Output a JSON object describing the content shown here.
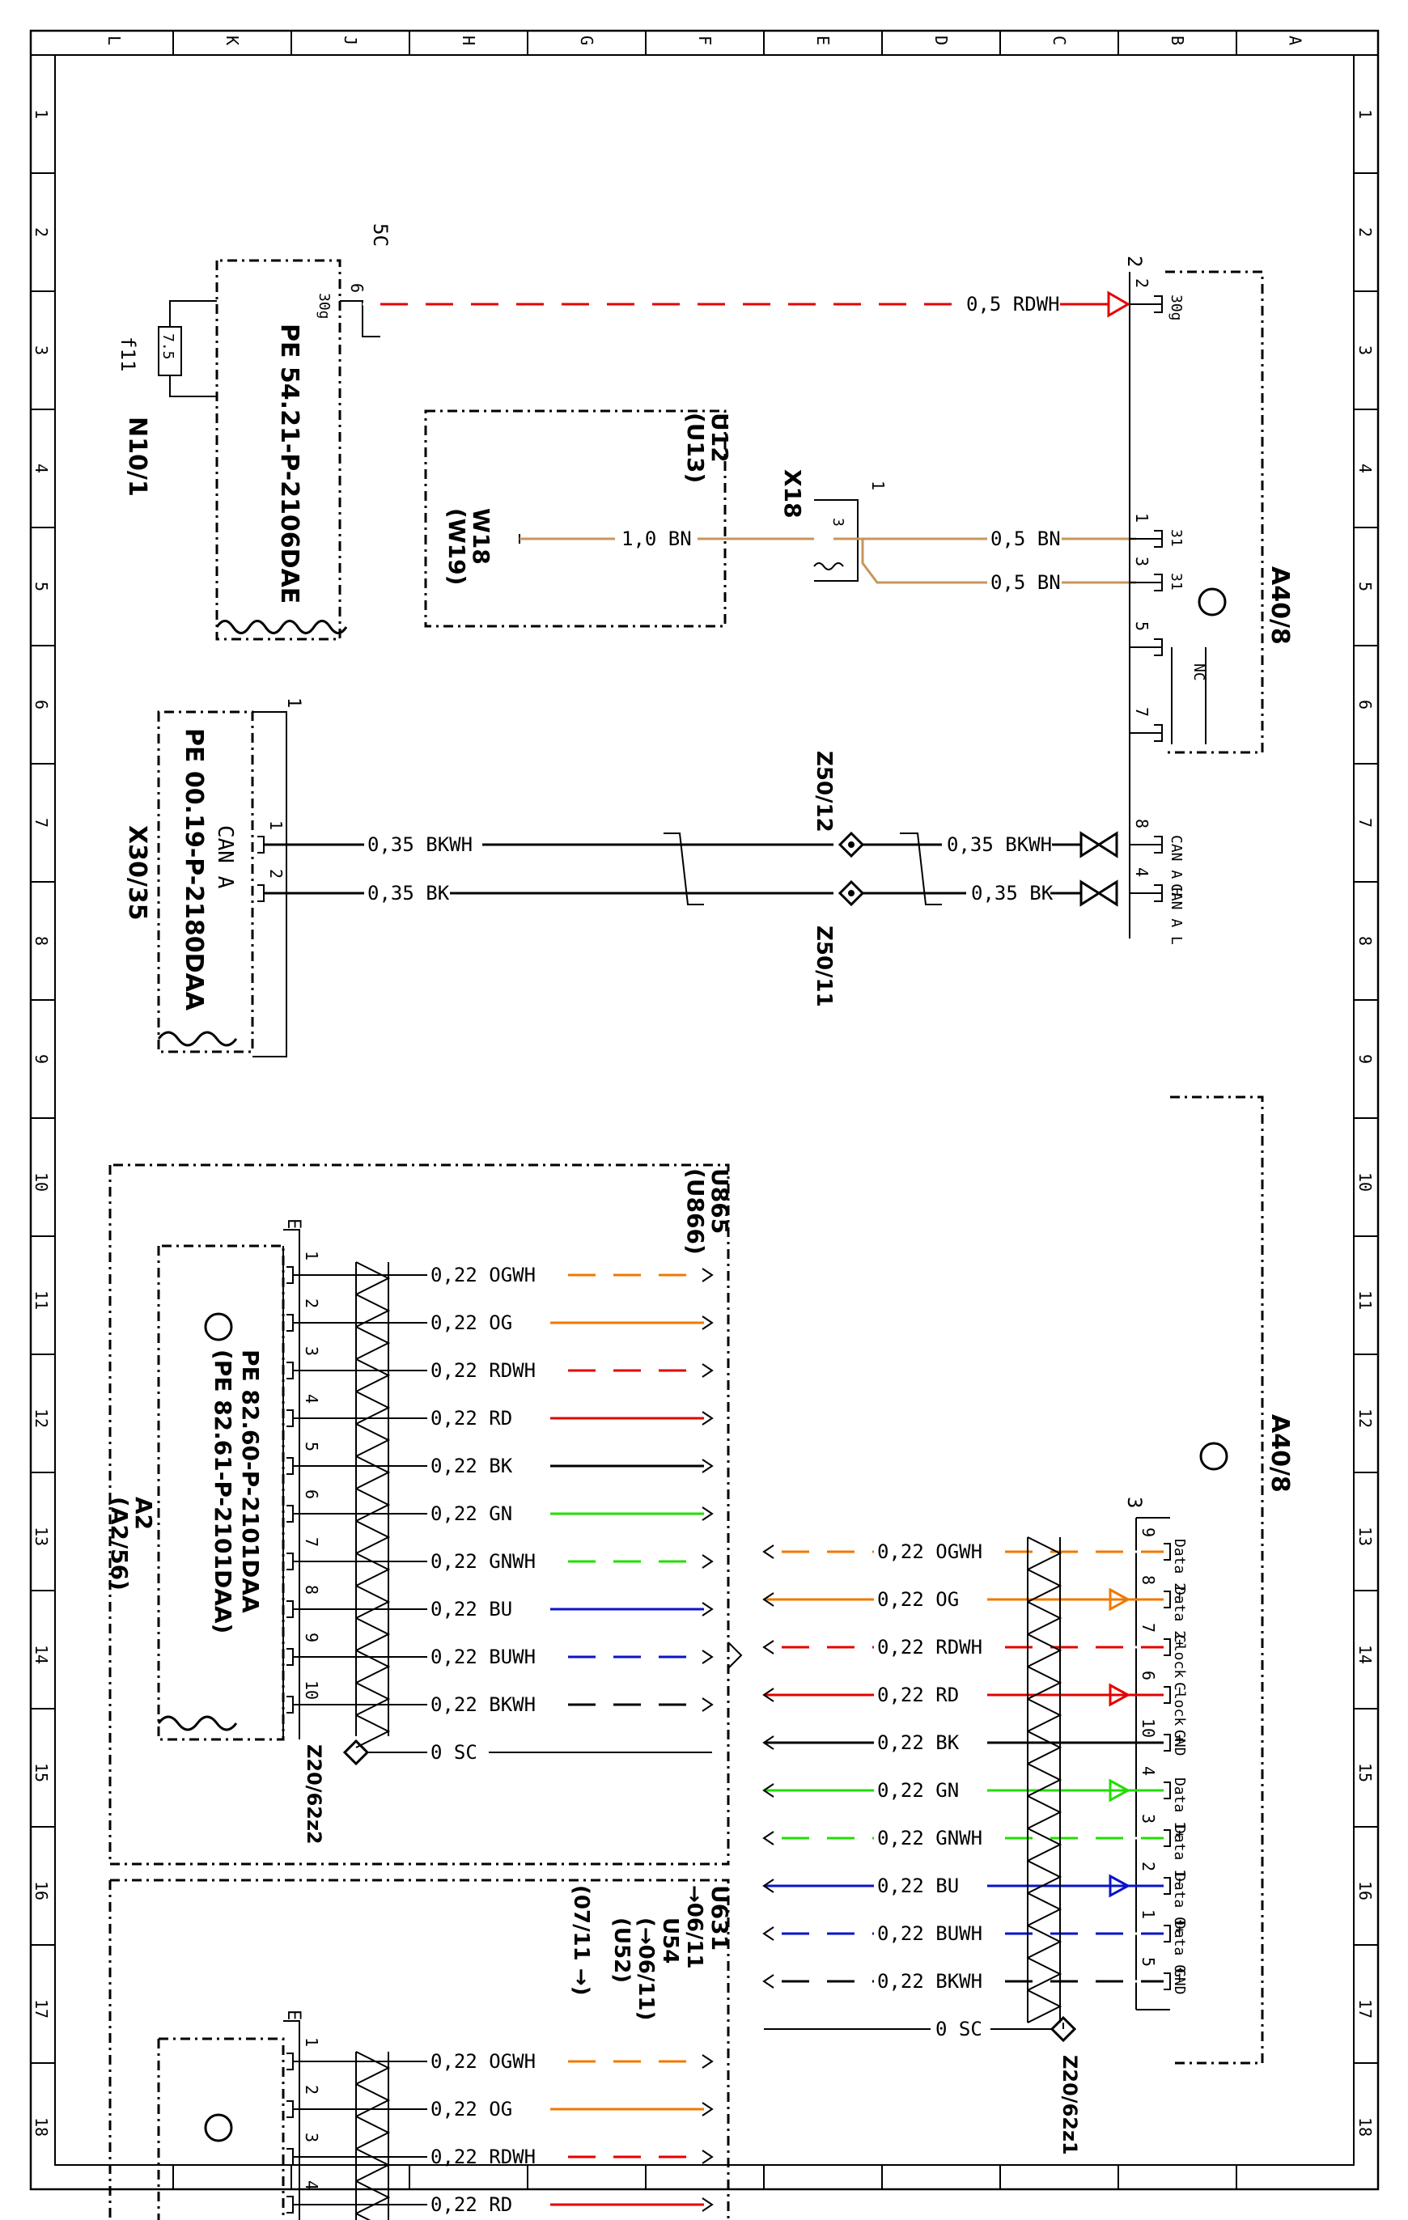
{
  "sheet": {
    "top_letters": [
      "L",
      "K",
      "J",
      "H",
      "G",
      "F",
      "E",
      "D",
      "C",
      "B",
      "A"
    ],
    "row_numbers": [
      "1",
      "2",
      "3",
      "4",
      "5",
      "6",
      "7",
      "8",
      "9",
      "10",
      "11",
      "12",
      "13",
      "14",
      "15",
      "16",
      "17",
      "18"
    ]
  },
  "colors": {
    "RD": "#e60000",
    "OG": "#f07800",
    "BN": "#c8965a",
    "GN": "#22dd00",
    "BU": "#0a14c8",
    "BK": "#000000",
    "WH": "#ffffff",
    "BNfill": "#c8965a"
  },
  "top": {
    "n10": {
      "id": "N10/1",
      "ref": "PE 54.21-P-2106DAE",
      "fuse_label": "f11",
      "fuse_value": "7.5",
      "pin": "6",
      "pin_name": "30g",
      "conn": "5C"
    },
    "w18": {
      "id": "W18",
      "alt": "(W19)",
      "wire": "1,0 BN",
      "u1": "U12",
      "u2": "(U13)"
    },
    "x18": {
      "id": "X18",
      "pin": "3",
      "num": "1"
    },
    "wire_rdwh": "0,5 RDWH",
    "wire_bn1": "0,5 BN",
    "wire_bn2": "0,5 BN",
    "a40_top": {
      "id": "A40/8",
      "conn": "2",
      "pins": [
        {
          "num": "2",
          "name": "30g"
        },
        {
          "num": "1",
          "name": "31"
        },
        {
          "num": "3",
          "name": "31"
        },
        {
          "num": "5",
          "name": ""
        },
        {
          "num": "7",
          "name": ""
        },
        {
          "num": "8",
          "name": "CAN A H"
        },
        {
          "num": "4",
          "name": "CAN A L"
        }
      ],
      "nc": "NC"
    },
    "x30": {
      "id": "X30/35",
      "ref": "PE 00.19-P-2180DAA",
      "can": "CAN A",
      "num": "1",
      "pin1": "1",
      "pin2": "2"
    },
    "wire_bkwh_l": "0,35 BKWH",
    "wire_bk_l": "0,35 BK",
    "wire_bkwh_r": "0,35 BKWH",
    "wire_bk_r": "0,35 BK",
    "z50_12": "Z50/12",
    "z50_11": "Z50/11"
  },
  "a2": {
    "id": "A2",
    "alt": "(A2/56)",
    "ref1": "PE 82.60-P-2101DAA",
    "ref2": "(PE 82.61-P-2101DAA)",
    "conn": "E",
    "u1": "U865",
    "u2": "(U866)",
    "splice": "Z20/62z2",
    "sc": "0 SC",
    "wires": [
      {
        "pin": "1",
        "label": "0,22 OGWH",
        "c1": "OG",
        "c2": "WH"
      },
      {
        "pin": "2",
        "label": "0,22 OG",
        "c1": "OG",
        "c2": ""
      },
      {
        "pin": "3",
        "label": "0,22 RDWH",
        "c1": "RD",
        "c2": "WH"
      },
      {
        "pin": "4",
        "label": "0,22 RD",
        "c1": "RD",
        "c2": ""
      },
      {
        "pin": "5",
        "label": "0,22 BK",
        "c1": "BK",
        "c2": ""
      },
      {
        "pin": "6",
        "label": "0,22 GN",
        "c1": "GN",
        "c2": ""
      },
      {
        "pin": "7",
        "label": "0,22 GNWH",
        "c1": "GN",
        "c2": "WH"
      },
      {
        "pin": "8",
        "label": "0,22 BU",
        "c1": "BU",
        "c2": ""
      },
      {
        "pin": "9",
        "label": "0,22 BUWH",
        "c1": "BU",
        "c2": "WH"
      },
      {
        "pin": "10",
        "label": "0,22 BKWH",
        "c1": "BK",
        "c2": "WH"
      }
    ]
  },
  "a40_bottom": {
    "id": "A40/8",
    "conn": "3",
    "splice": "Z20/62z1",
    "sc": "0 SC",
    "wires": [
      {
        "pin": "9",
        "name": "Data 2−",
        "label": "0,22 OGWH",
        "c1": "OG",
        "c2": "WH"
      },
      {
        "pin": "8",
        "name": "Data 2+",
        "label": "0,22 OG",
        "c1": "OG",
        "c2": ""
      },
      {
        "pin": "7",
        "name": "Clock −",
        "label": "0,22 RDWH",
        "c1": "RD",
        "c2": "WH"
      },
      {
        "pin": "6",
        "name": "Clock +",
        "label": "0,22 RD",
        "c1": "RD",
        "c2": ""
      },
      {
        "pin": "10",
        "name": "GND",
        "label": "0,22 BK",
        "c1": "BK",
        "c2": ""
      },
      {
        "pin": "4",
        "name": "Data 1+",
        "label": "0,22 GN",
        "c1": "GN",
        "c2": ""
      },
      {
        "pin": "3",
        "name": "Data 1−",
        "label": "0,22 GNWH",
        "c1": "GN",
        "c2": "WH"
      },
      {
        "pin": "2",
        "name": "Data 0+",
        "label": "0,22 BU",
        "c1": "BU",
        "c2": ""
      },
      {
        "pin": "1",
        "name": "Data 0−",
        "label": "0,22 BUWH",
        "c1": "BU",
        "c2": "WH"
      },
      {
        "pin": "5",
        "name": "GND",
        "label": "0,22 BKWH",
        "c1": "BK",
        "c2": "WH"
      }
    ]
  },
  "u631": {
    "u1": "U631",
    "l1": "→06/11",
    "l2": "U54",
    "l3": "(→06/11)",
    "l4": "(U52)",
    "l5": "(07/11 →)",
    "conn": "E",
    "wires": [
      {
        "pin": "1",
        "label": "0,22 OGWH",
        "c1": "OG",
        "c2": "WH"
      },
      {
        "pin": "2",
        "label": "0,22 OG",
        "c1": "OG",
        "c2": ""
      },
      {
        "pin": "3",
        "label": "0,22 RDWH",
        "c1": "RD",
        "c2": "WH"
      },
      {
        "pin": "4",
        "label": "0,22 RD",
        "c1": "RD",
        "c2": ""
      }
    ]
  }
}
